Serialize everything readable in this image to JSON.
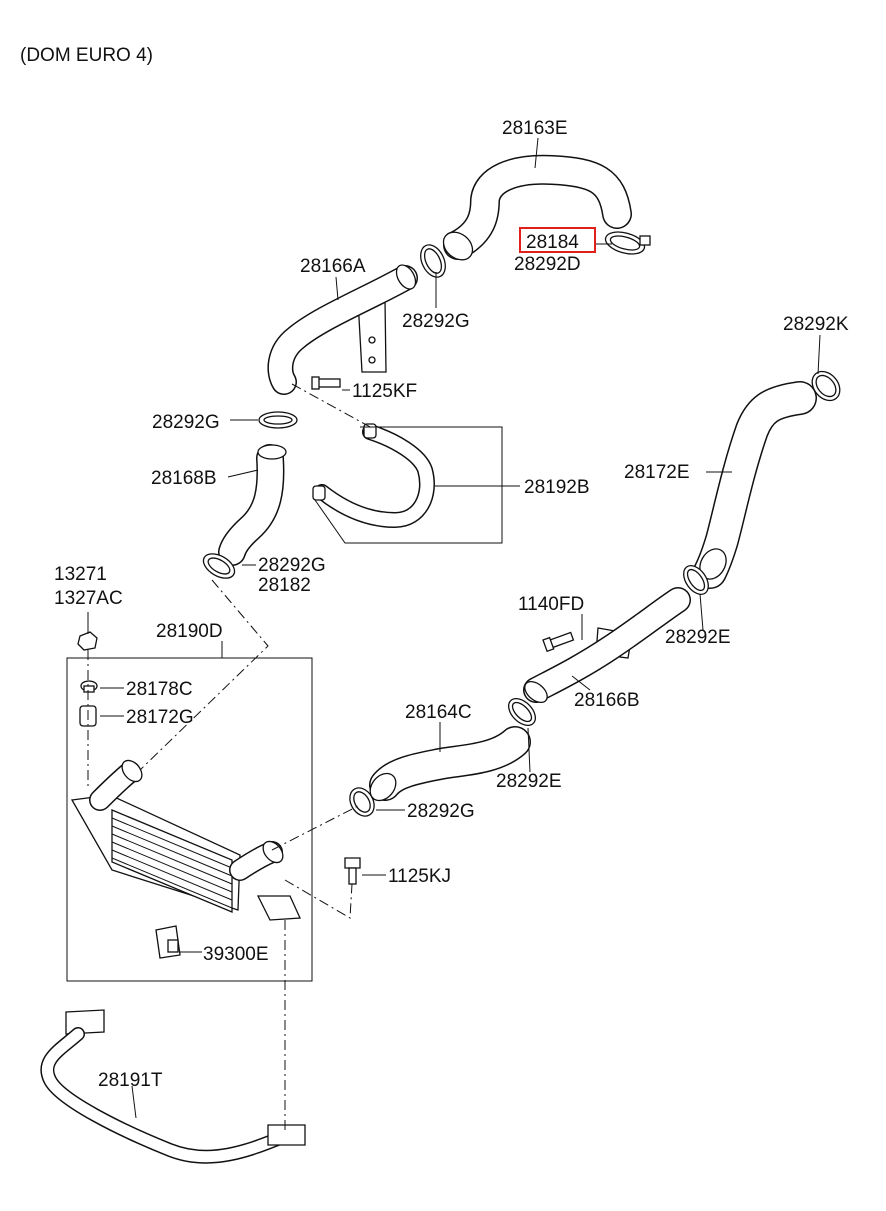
{
  "header": {
    "variant": "(DOM EURO 4)"
  },
  "highlight_color": "#e0201c",
  "labels": {
    "p28163E": "28163E",
    "p28184": "28184",
    "p28292D": "28292D",
    "p28166A": "28166A",
    "p28292G_a": "28292G",
    "p28292K": "28292K",
    "p1125KF": "1125KF",
    "p28292G_b": "28292G",
    "p28192B": "28192B",
    "p28168B": "28168B",
    "p28172E": "28172E",
    "p28292G_c": "28292G",
    "p28182": "28182",
    "p13271": "13271",
    "p1327AC": "1327AC",
    "p1140FD": "1140FD",
    "p28190D": "28190D",
    "p28292E_a": "28292E",
    "p28178C": "28178C",
    "p28166B": "28166B",
    "p28172G": "28172G",
    "p28164C": "28164C",
    "p28292E_b": "28292E",
    "p28292G_d": "28292G",
    "p1125KJ": "1125KJ",
    "p39300E": "39300E",
    "p28191T": "28191T"
  }
}
